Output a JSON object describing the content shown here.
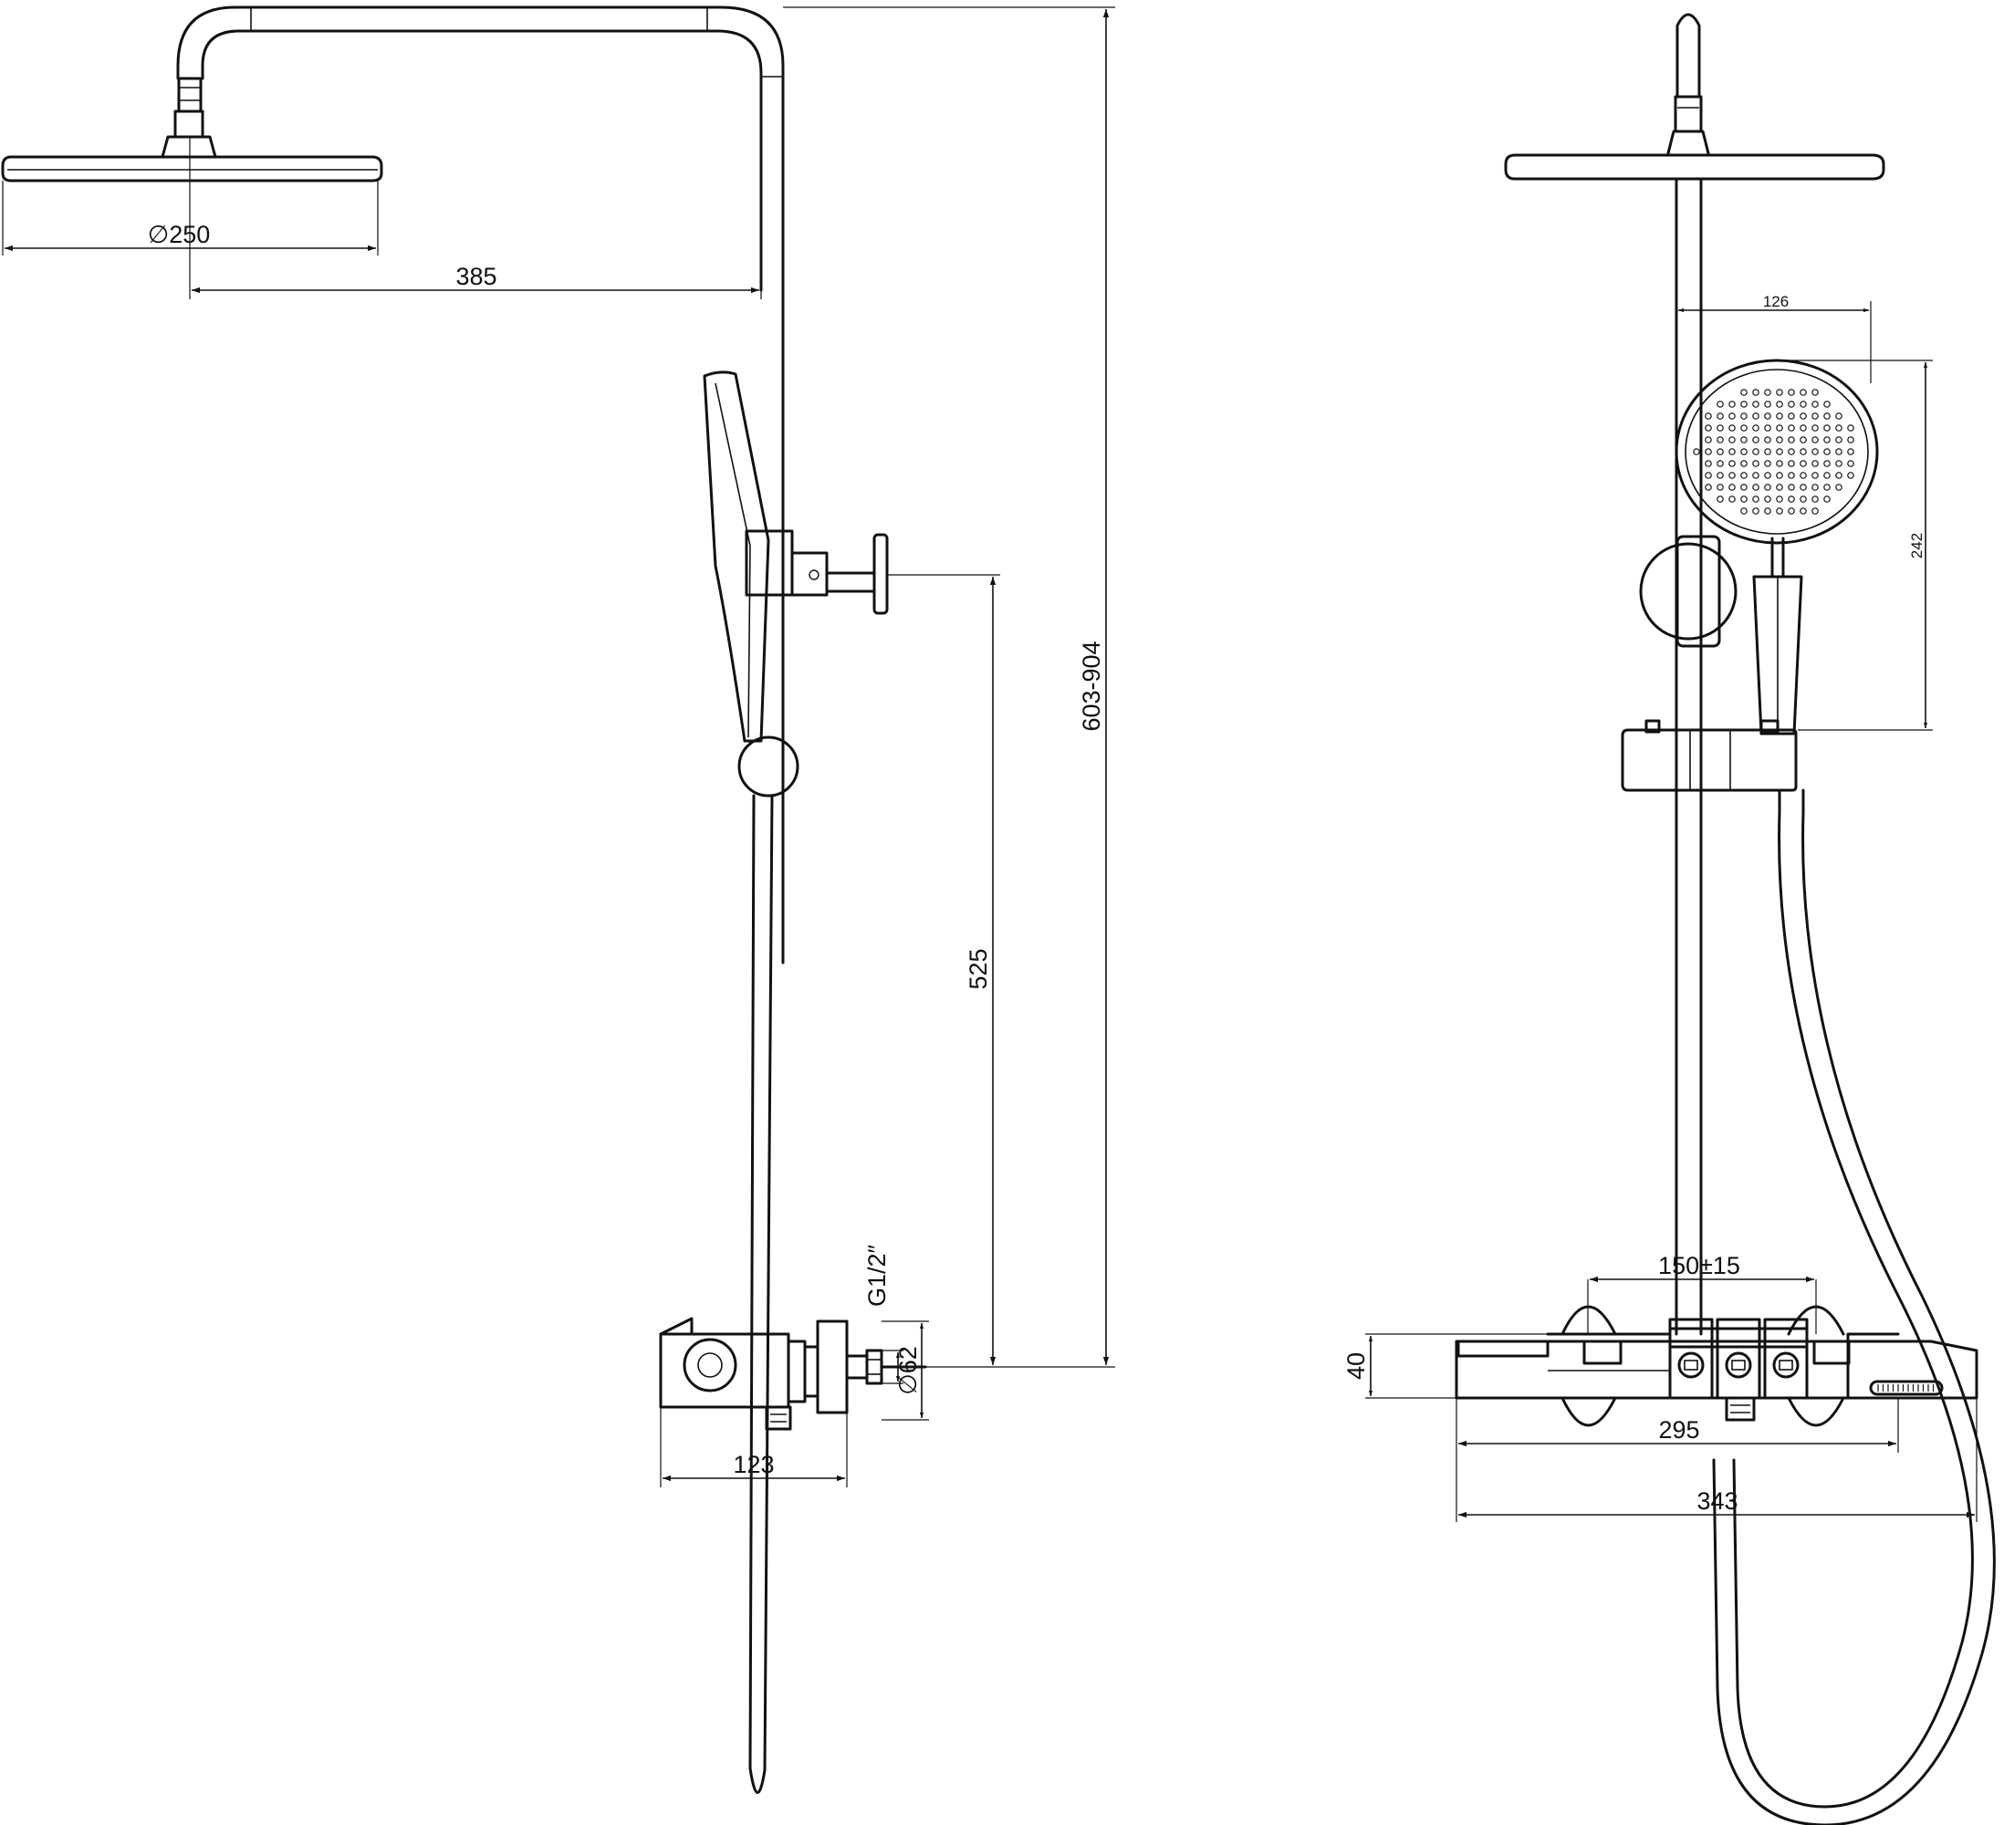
{
  "dimensions": {
    "rain_head_diameter": "∅250",
    "arm_reach": "385",
    "total_height": "603-904",
    "bracket_to_inlet": "525",
    "inlet_thread": "G1/2″",
    "escutcheon_diameter": "∅62",
    "mixer_depth": "123",
    "inlet_centres": "150±15",
    "body_width": "295",
    "overall_width": "343",
    "body_height": "40",
    "hand_shower_width": "126",
    "hand_shower_height": "242"
  }
}
